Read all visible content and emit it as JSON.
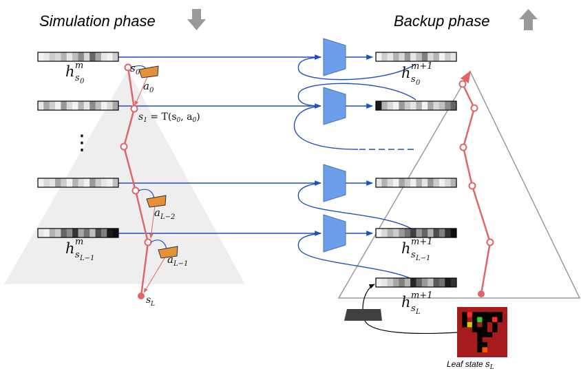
{
  "headings": {
    "simulation": "Simulation phase",
    "backup": "Backup phase"
  },
  "left_labels": {
    "h_s0": {
      "base": "h",
      "sup": "m",
      "sub": "s",
      "subsub": "0"
    },
    "h_sL1": {
      "base": "h",
      "sup": "m",
      "sub": "s",
      "subsub": "L−1"
    },
    "s0": {
      "base": "s",
      "sub": "0"
    },
    "a0": {
      "base": "a",
      "sub": "0"
    },
    "s1_eq": {
      "pre": "s",
      "pre_sub": "1",
      "rest": " = T(s",
      "s0_sub": "0",
      "comma": ", a",
      "a0_sub": "0",
      "close": ")"
    },
    "aL2": {
      "base": "a",
      "sub": "L−2"
    },
    "aL1": {
      "base": "a",
      "sub": "L−1"
    },
    "sL": {
      "base": "s",
      "sub": "L"
    },
    "ellipsis": "⋮"
  },
  "right_labels": {
    "h_s0": {
      "base": "h",
      "sup": "m+1",
      "sub": "s",
      "subsub": "0"
    },
    "h_sL1": {
      "base": "h",
      "sup": "m+1",
      "sub": "s",
      "subsub": "L−1"
    },
    "h_sL": {
      "base": "h",
      "sup": "m+1",
      "sub": "s",
      "subsub": "L"
    }
  },
  "leaf_caption": {
    "text": "Leaf state ",
    "var": "s",
    "sub": "L"
  },
  "colors": {
    "path": "#e06666",
    "arrow": "#1f4fbf",
    "trapezoid": "#6d9eeb",
    "action": "#e69138",
    "tree_fill": "#eeeeee",
    "leaf_bg": "#a61c1c",
    "encoder": "#404040",
    "arrow_grey": "#999999"
  }
}
